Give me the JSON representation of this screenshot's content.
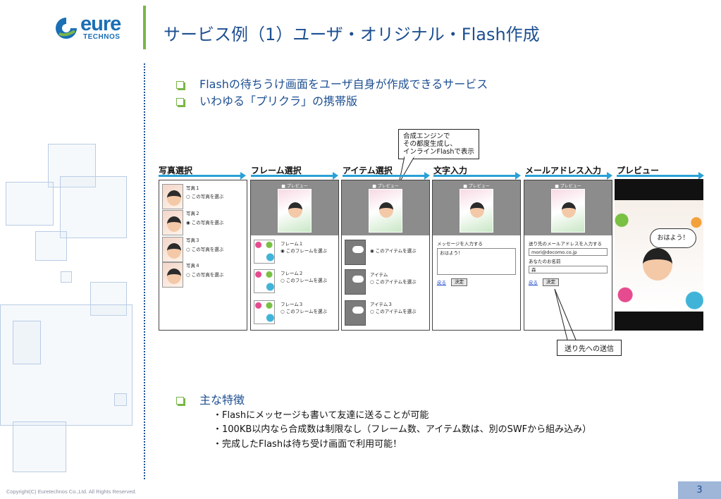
{
  "header": {
    "logo_main": "eure",
    "logo_sub": "TECHNOS",
    "title": "サービス例（1）ユーザ・オリジナル・Flash作成"
  },
  "bullets": [
    "Flashの待ちうけ画面をユーザ自身が作成できるサービス",
    "いわゆる「プリクラ」の携帯版"
  ],
  "diagram": {
    "callout_top": [
      "合成エンジンで",
      "その都度生成し、",
      "インラインFlashで表示"
    ],
    "callout_bottom": "送り先への送信",
    "steps": [
      "写真選択",
      "フレーム選択",
      "アイテム選択",
      "文字入力",
      "メールアドレス入力",
      "プレビュー"
    ],
    "preview_label": "■ プレビュー",
    "photo_panel": [
      {
        "name": "写真１",
        "option": "○ この写真を選ぶ"
      },
      {
        "name": "写真２",
        "option": "◉ この写真を選ぶ"
      },
      {
        "name": "写真３",
        "option": "○ この写真を選ぶ"
      },
      {
        "name": "写真４",
        "option": "○ この写真を選ぶ"
      }
    ],
    "frame_panel": [
      {
        "name": "フレーム１",
        "option": "◉ このフレームを選ぶ"
      },
      {
        "name": "フレーム２",
        "option": "○ このフレームを選ぶ"
      },
      {
        "name": "フレーム３",
        "option": "○ このフレームを選ぶ"
      }
    ],
    "item_panel": [
      {
        "name": "",
        "option": "◉ このアイテムを選ぶ"
      },
      {
        "name": "アイテム",
        "option": "○ このアイテムを選ぶ"
      },
      {
        "name": "アイテム３",
        "option": "○ このアイテムを選ぶ"
      }
    ],
    "text_panel": {
      "prompt": "メッセージを入力する",
      "value": "おはよう！",
      "back": "戻る",
      "ok": "決定"
    },
    "mail_panel": {
      "prompt": "送り先のメールアドレスを入力する",
      "email": "mori@docomo.co.jp",
      "name_prompt": "あなたのお名前",
      "name_value": "森",
      "back": "戻る",
      "ok": "決定"
    },
    "final_bubble": "おはよう！"
  },
  "features": {
    "heading": "主な特徴",
    "lines": [
      "・Flashにメッセージも書いて友達に送ることが可能",
      "・100KB以内なら合成数は制限なし（フレーム数、アイテム数は、別のSWFから組み込み）",
      "・完成したFlashは待ち受け画面で利用可能！"
    ]
  },
  "footer": {
    "copyright": "Copyright(C) Euretechnos Co.,Ltd. All Rights Reserved.",
    "page": "3"
  },
  "colors": {
    "title": "#1d4f91",
    "accent_green": "#7ab648",
    "logo_blue": "#1a6fb5",
    "arrow_blue": "#2aa1d6"
  }
}
